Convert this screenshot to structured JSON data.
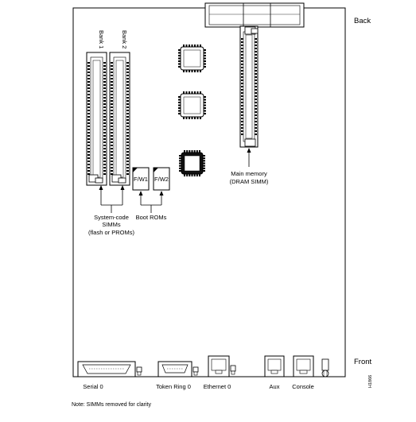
{
  "labels": {
    "back": "Back",
    "front": "Front",
    "bank1": "Bank 1",
    "bank2": "Bank 2",
    "fw1": "F/W1",
    "fw2": "F/W2",
    "main_memory_line1": "Main memory",
    "main_memory_line2": "(DRAM SIMM)",
    "system_code_line1": "System-code",
    "system_code_line2": "SIMMs",
    "system_code_line3": "(flash or PROMs)",
    "boot_roms": "Boot ROMs",
    "serial0": "Serial 0",
    "token_ring0": "Token Ring 0",
    "ethernet0": "Ethernet 0",
    "aux": "Aux",
    "console": "Console",
    "figure_id": "H1866",
    "note": "Note:  SIMMs removed for clarity"
  },
  "colors": {
    "line": "#000000",
    "background": "#ffffff",
    "chip_fill": "#111111"
  }
}
